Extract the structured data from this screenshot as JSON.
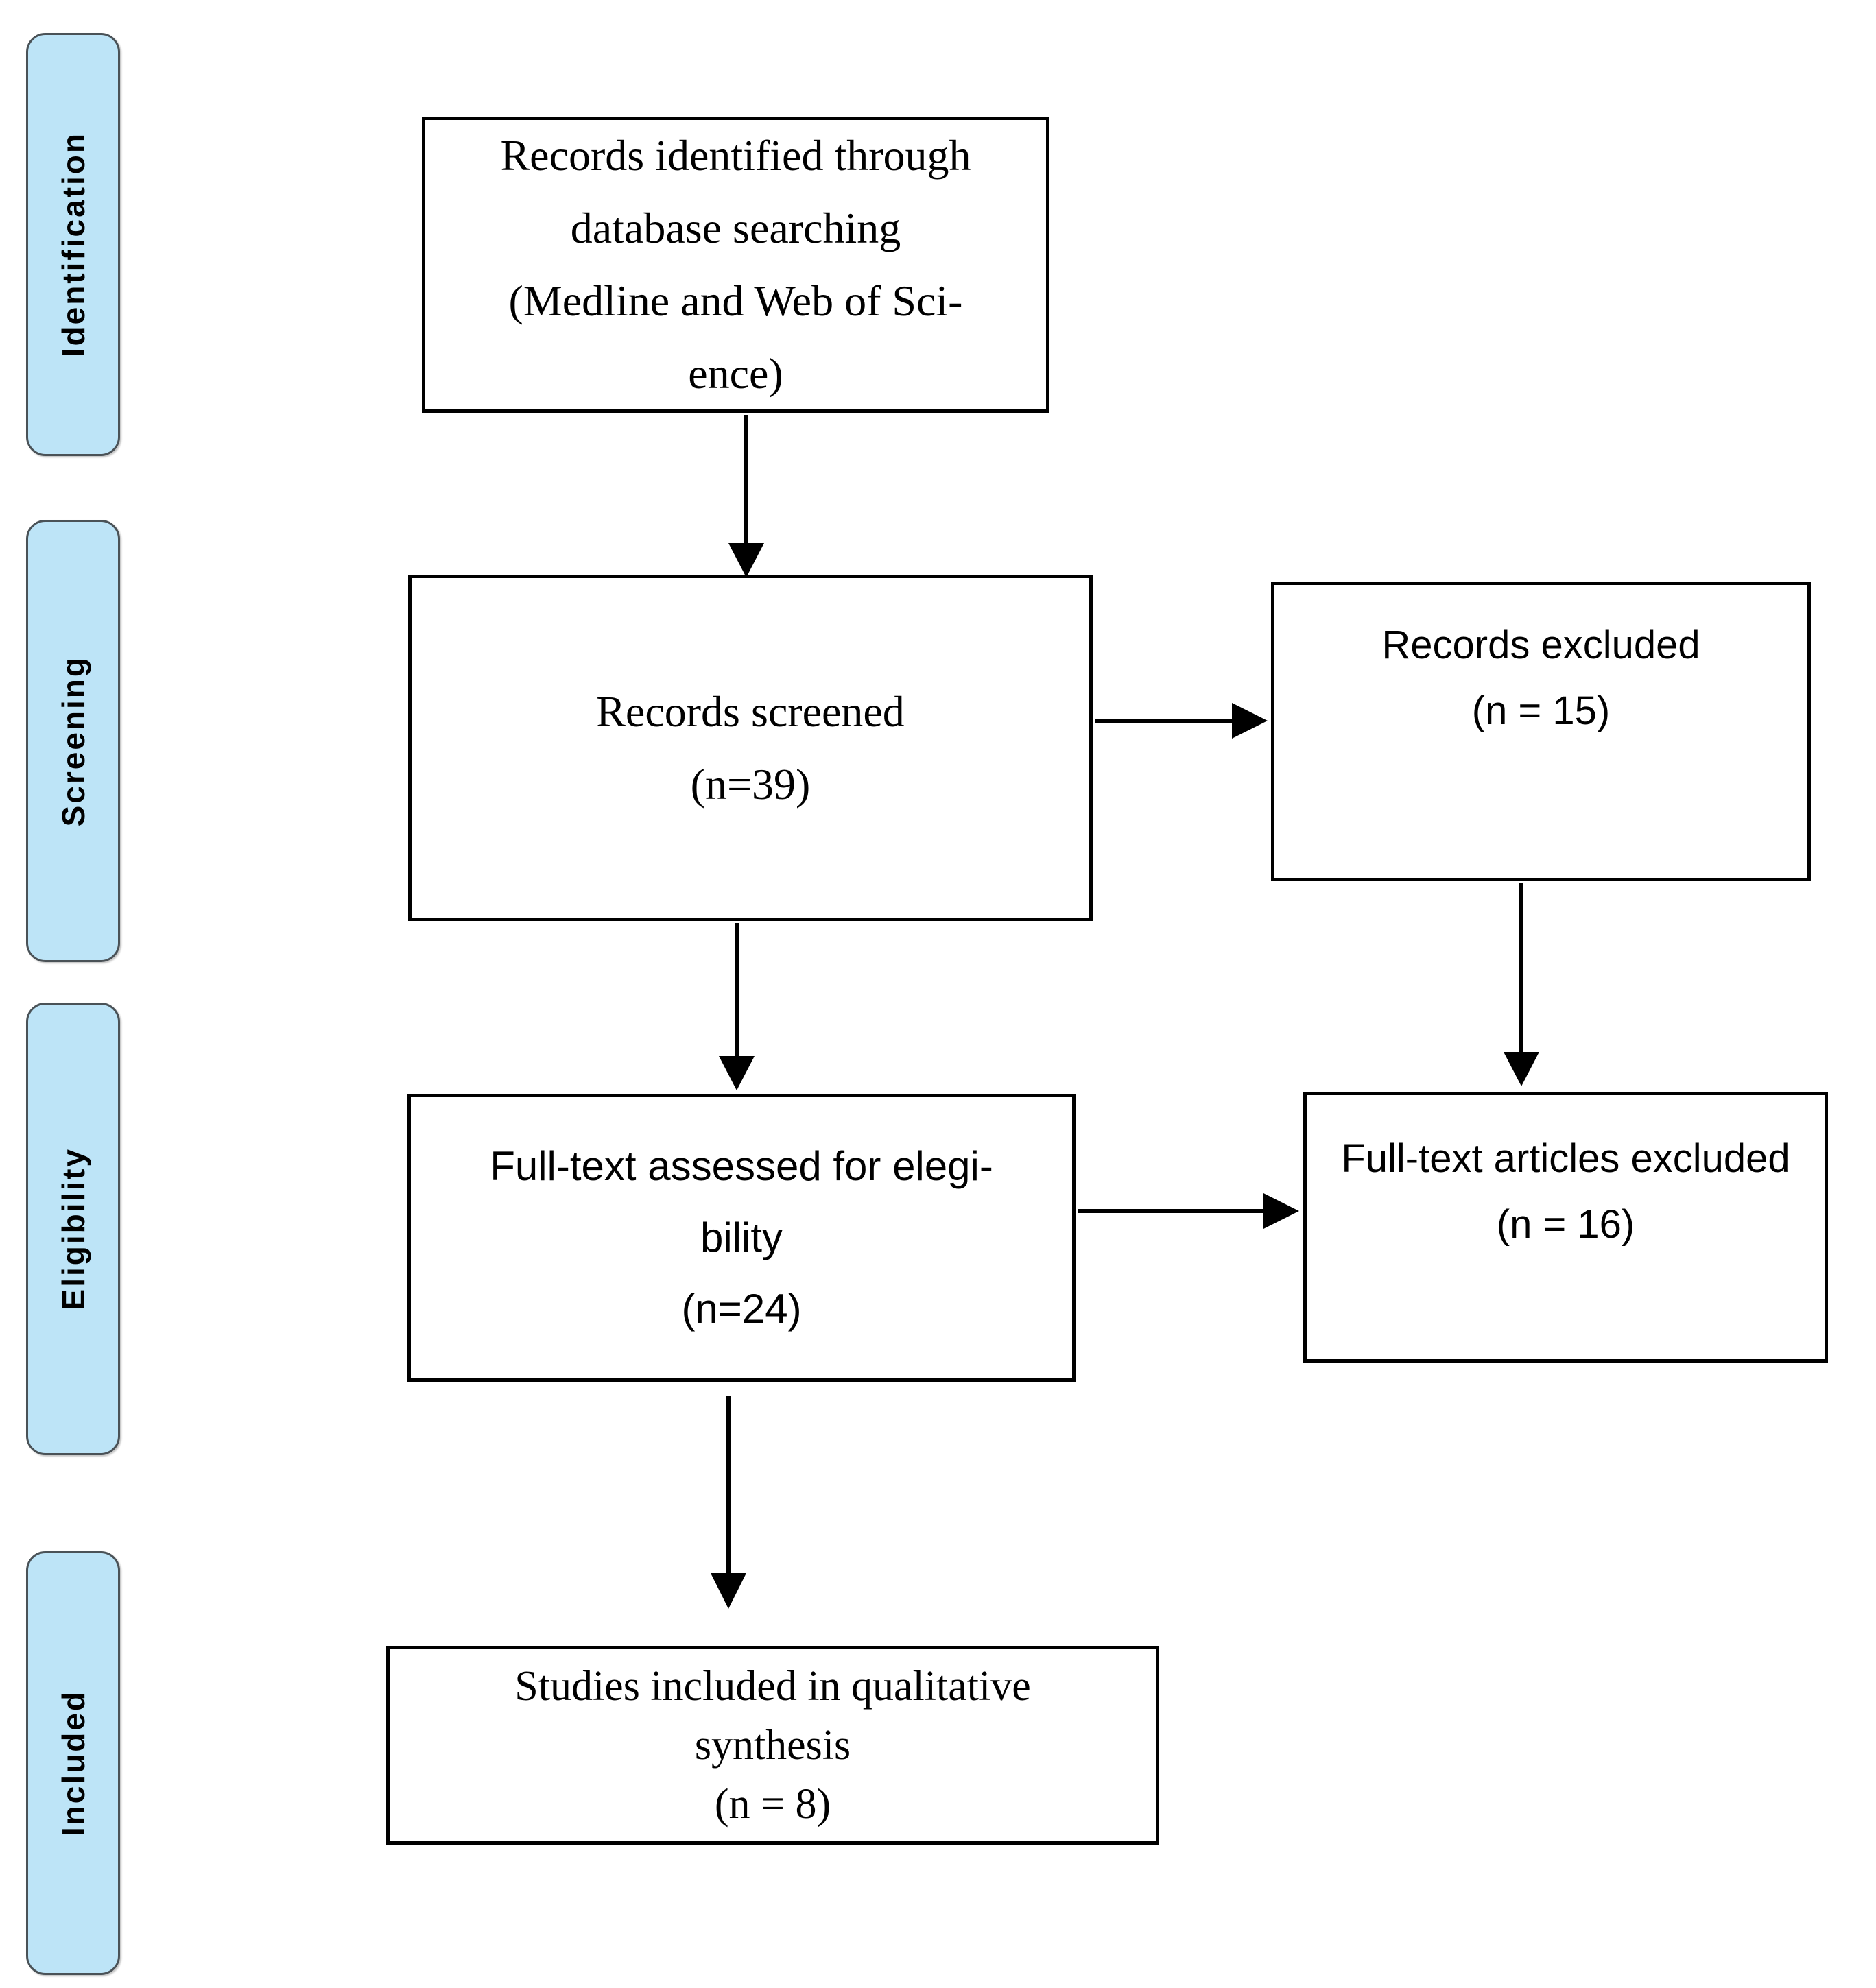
{
  "figure": {
    "type": "prisma-flow-diagram",
    "stage_labels": [
      {
        "label": "Identification"
      },
      {
        "label": "Screening"
      },
      {
        "label": "Eligibility"
      },
      {
        "label": "Included"
      }
    ],
    "boxes": {
      "identified": {
        "text": "Records identified through\ndatabase searching\n(Medline and Web of Sci-\nence)"
      },
      "screened": {
        "text": "Records screened\n(n=39)"
      },
      "records_excluded": {
        "text": "Records excluded\n(n = 15)"
      },
      "fulltext_assessed": {
        "text": "Full-text assessed for elegi-\nbility\n(n=24)"
      },
      "fulltext_excluded": {
        "text": "Full-text articles excluded\n(n = 16)"
      },
      "included_studies": {
        "text": "Studies included in qualitative\nsynthesis\n(n = 8)"
      }
    },
    "counts": {
      "records_screened": 39,
      "records_excluded": 15,
      "fulltext_assessed": 24,
      "fulltext_excluded": 16,
      "studies_included": 8
    },
    "colors": {
      "background": "#FFFFFF",
      "stage_fill": "#BDE4F7",
      "stage_border": "#4A5257",
      "box_fill": "#FFFFFF",
      "box_border": "#000000",
      "arrow": "#000000",
      "text": "#000000"
    }
  }
}
